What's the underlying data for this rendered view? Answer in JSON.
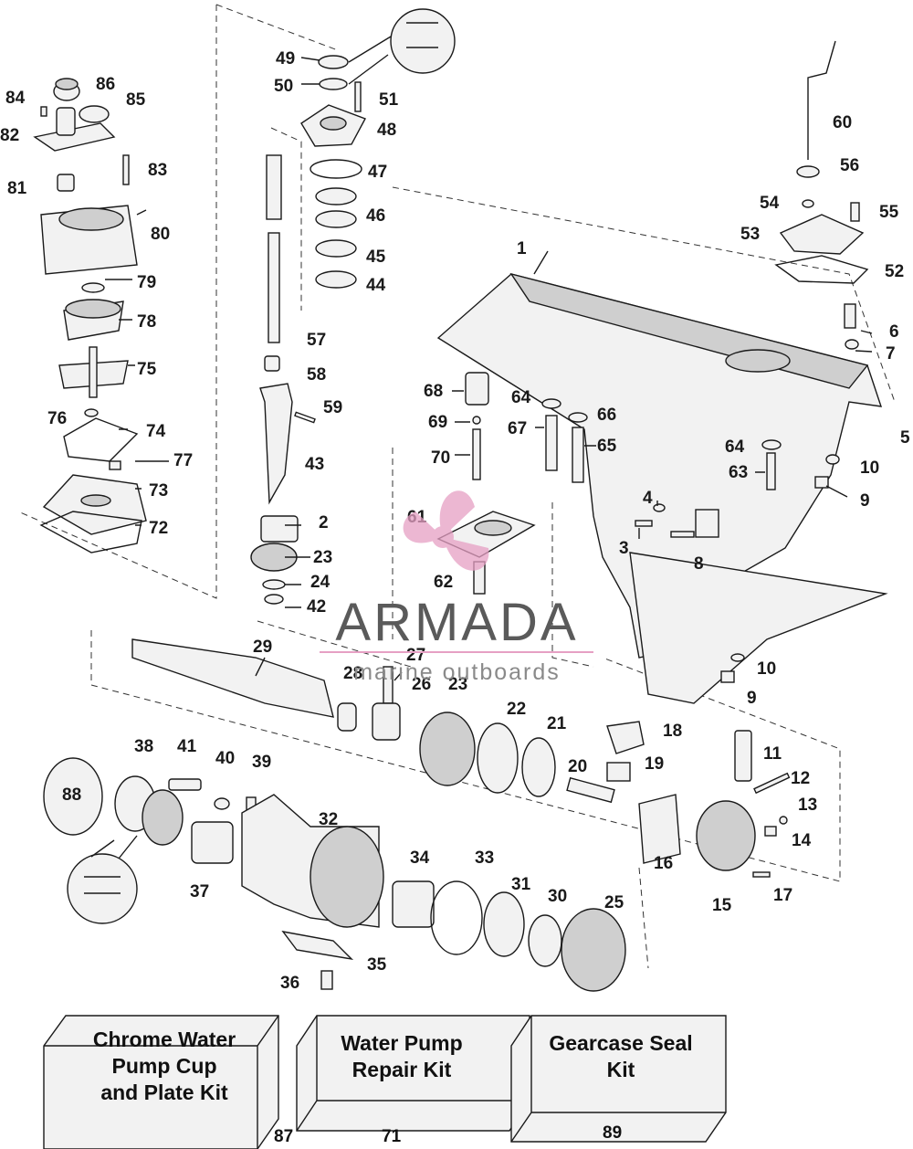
{
  "watermark": {
    "brand": "ARMADA",
    "tagline": "marine outboards",
    "accent_color": "#e6a0c4"
  },
  "kits": [
    {
      "label": "Chrome Water Pump Cup and Plate Kit",
      "lines": [
        "Chrome Water",
        "Pump Cup",
        "and Plate Kit"
      ],
      "number": "87"
    },
    {
      "label": "Water Pump Repair Kit",
      "lines": [
        "Water Pump",
        "Repair Kit"
      ],
      "number": "71"
    },
    {
      "label": "Gearcase Seal Kit",
      "lines": [
        "Gearcase Seal",
        "Kit"
      ],
      "number": "89"
    }
  ],
  "callouts": [
    {
      "id": "86",
      "text": "86"
    },
    {
      "id": "84",
      "text": "84"
    },
    {
      "id": "85",
      "text": "85"
    },
    {
      "id": "82",
      "text": "82"
    },
    {
      "id": "83",
      "text": "83"
    },
    {
      "id": "81",
      "text": "81"
    },
    {
      "id": "80",
      "text": "80"
    },
    {
      "id": "79",
      "text": "79"
    },
    {
      "id": "78",
      "text": "78"
    },
    {
      "id": "75",
      "text": "75"
    },
    {
      "id": "76",
      "text": "76"
    },
    {
      "id": "74",
      "text": "74"
    },
    {
      "id": "77",
      "text": "77"
    },
    {
      "id": "73",
      "text": "73"
    },
    {
      "id": "72",
      "text": "72"
    },
    {
      "id": "49",
      "text": "49"
    },
    {
      "id": "50",
      "text": "50"
    },
    {
      "id": "51",
      "text": "51"
    },
    {
      "id": "48",
      "text": "48"
    },
    {
      "id": "47",
      "text": "47"
    },
    {
      "id": "46",
      "text": "46"
    },
    {
      "id": "45",
      "text": "45"
    },
    {
      "id": "44",
      "text": "44"
    },
    {
      "id": "57",
      "text": "57"
    },
    {
      "id": "58",
      "text": "58"
    },
    {
      "id": "59",
      "text": "59"
    },
    {
      "id": "43",
      "text": "43"
    },
    {
      "id": "2",
      "text": "2"
    },
    {
      "id": "23a",
      "text": "23"
    },
    {
      "id": "24",
      "text": "24"
    },
    {
      "id": "42",
      "text": "42"
    },
    {
      "id": "60",
      "text": "60"
    },
    {
      "id": "56",
      "text": "56"
    },
    {
      "id": "54",
      "text": "54"
    },
    {
      "id": "55",
      "text": "55"
    },
    {
      "id": "53",
      "text": "53"
    },
    {
      "id": "52",
      "text": "52"
    },
    {
      "id": "1",
      "text": "1"
    },
    {
      "id": "6",
      "text": "6"
    },
    {
      "id": "7",
      "text": "7"
    },
    {
      "id": "68",
      "text": "68"
    },
    {
      "id": "64a",
      "text": "64"
    },
    {
      "id": "66",
      "text": "66"
    },
    {
      "id": "69",
      "text": "69"
    },
    {
      "id": "67",
      "text": "67"
    },
    {
      "id": "65",
      "text": "65"
    },
    {
      "id": "5",
      "text": "5"
    },
    {
      "id": "70",
      "text": "70"
    },
    {
      "id": "64b",
      "text": "64"
    },
    {
      "id": "10a",
      "text": "10"
    },
    {
      "id": "63",
      "text": "63"
    },
    {
      "id": "9a",
      "text": "9"
    },
    {
      "id": "4",
      "text": "4"
    },
    {
      "id": "61",
      "text": "61"
    },
    {
      "id": "3",
      "text": "3"
    },
    {
      "id": "8",
      "text": "8"
    },
    {
      "id": "62",
      "text": "62"
    },
    {
      "id": "29",
      "text": "29"
    },
    {
      "id": "27",
      "text": "27"
    },
    {
      "id": "28",
      "text": "28"
    },
    {
      "id": "26",
      "text": "26"
    },
    {
      "id": "23b",
      "text": "23"
    },
    {
      "id": "10b",
      "text": "10"
    },
    {
      "id": "9b",
      "text": "9"
    },
    {
      "id": "22",
      "text": "22"
    },
    {
      "id": "21",
      "text": "21"
    },
    {
      "id": "18",
      "text": "18"
    },
    {
      "id": "11",
      "text": "11"
    },
    {
      "id": "20",
      "text": "20"
    },
    {
      "id": "19",
      "text": "19"
    },
    {
      "id": "12",
      "text": "12"
    },
    {
      "id": "88",
      "text": "88"
    },
    {
      "id": "38",
      "text": "38"
    },
    {
      "id": "41",
      "text": "41"
    },
    {
      "id": "40",
      "text": "40"
    },
    {
      "id": "39",
      "text": "39"
    },
    {
      "id": "13",
      "text": "13"
    },
    {
      "id": "32",
      "text": "32"
    },
    {
      "id": "14",
      "text": "14"
    },
    {
      "id": "16",
      "text": "16"
    },
    {
      "id": "34",
      "text": "34"
    },
    {
      "id": "33",
      "text": "33"
    },
    {
      "id": "17",
      "text": "17"
    },
    {
      "id": "37",
      "text": "37"
    },
    {
      "id": "31",
      "text": "31"
    },
    {
      "id": "15",
      "text": "15"
    },
    {
      "id": "30",
      "text": "30"
    },
    {
      "id": "25",
      "text": "25"
    },
    {
      "id": "35",
      "text": "35"
    },
    {
      "id": "36",
      "text": "36"
    }
  ]
}
